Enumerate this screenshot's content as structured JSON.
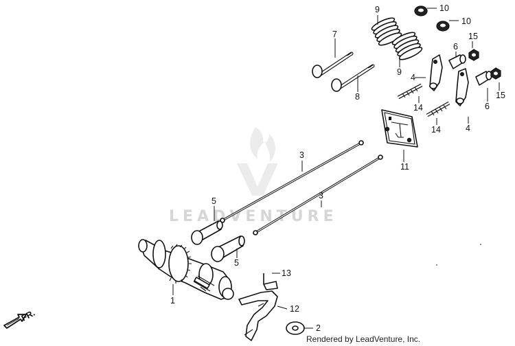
{
  "diagram": {
    "callouts": {
      "c1": "1",
      "c2": "2",
      "c3a": "3",
      "c3b": "3",
      "c4a": "4",
      "c4b": "4",
      "c5a": "5",
      "c5b": "5",
      "c6a": "6",
      "c6b": "6",
      "c7": "7",
      "c8": "8",
      "c9a": "9",
      "c9b": "9",
      "c10a": "10",
      "c10b": "10",
      "c11": "11",
      "c12": "12",
      "c13": "13",
      "c14a": "14",
      "c14b": "14",
      "c15a": "15",
      "c15b": "15"
    },
    "direction_label": "FR.",
    "watermark": "LEADVENTURE",
    "credit": "Rendered by LeadVenture, Inc."
  }
}
